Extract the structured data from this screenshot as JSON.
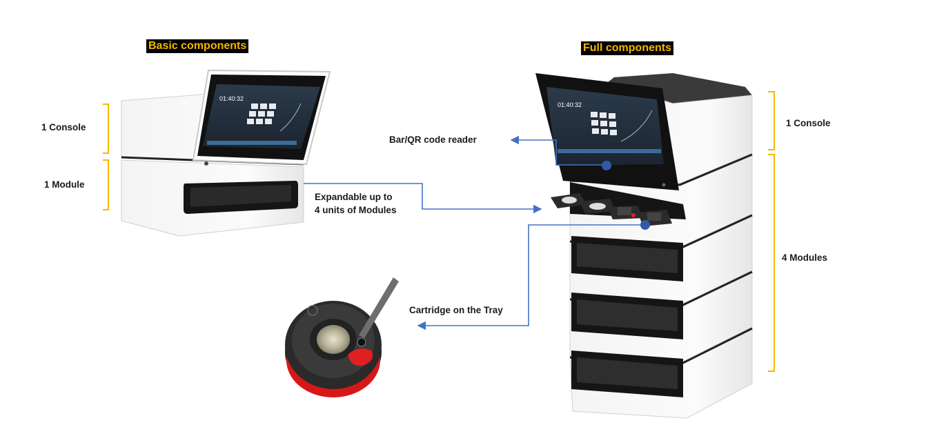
{
  "titles": {
    "basic": "Basic components",
    "full": "Full components"
  },
  "labels": {
    "basic_console": "1 Console",
    "basic_module": "1 Module",
    "expandable_line1": "Expandable up to",
    "expandable_line2": "4 units of Modules",
    "barcode": "Bar/QR code reader",
    "cartridge": "Cartridge on the Tray",
    "full_console": "1 Console",
    "full_modules": "4 Modules"
  },
  "screen": {
    "time": "01:40:32"
  },
  "colors": {
    "bracket": "#f5b800",
    "arrow": "#4472c4",
    "title_bg": "#000000",
    "title_text": "#f5b800",
    "tray_red": "#e02020"
  }
}
